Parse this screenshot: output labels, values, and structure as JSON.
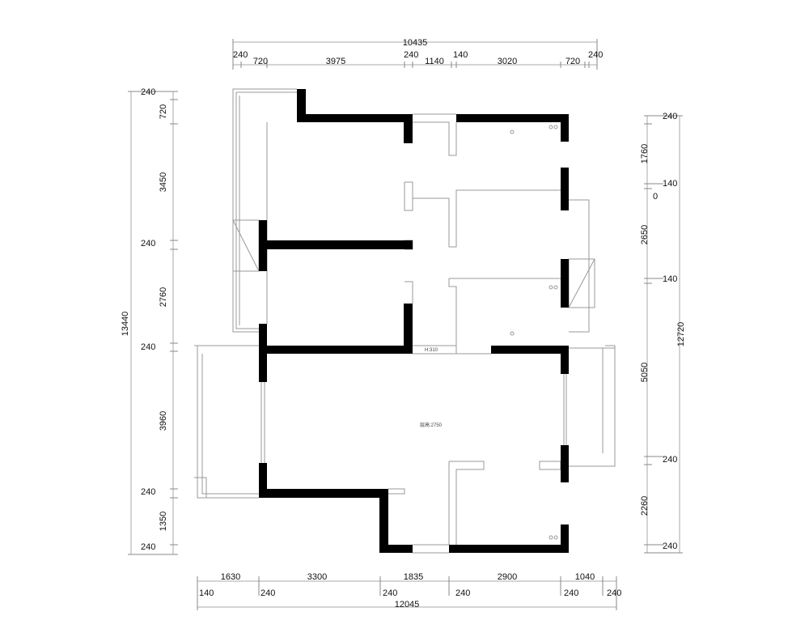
{
  "top_dims": {
    "total": "10435",
    "upper": [
      "240",
      "240",
      "140",
      "240"
    ],
    "lower": [
      "720",
      "3975",
      "1140",
      "3020",
      "720"
    ]
  },
  "bottom_dims": {
    "total": "12045",
    "upper": [
      "1630",
      "3300",
      "1835",
      "2900",
      "1040"
    ],
    "lower": [
      "140",
      "240",
      "240",
      "240",
      "240",
      "240"
    ]
  },
  "left_dims": {
    "total": "13440",
    "walls": [
      "240",
      "240",
      "240",
      "240",
      "240"
    ],
    "spans": [
      "720",
      "3450",
      "2760",
      "3960",
      "1350"
    ]
  },
  "right_dims": {
    "total": "12720",
    "walls": [
      "240",
      "140",
      "140",
      "240",
      "240"
    ],
    "spans": [
      "1760",
      "2650",
      "5050",
      "2260"
    ],
    "extra": "0"
  },
  "annotations": {
    "beam_height": "H:310",
    "floor_height": "层高:2750"
  }
}
